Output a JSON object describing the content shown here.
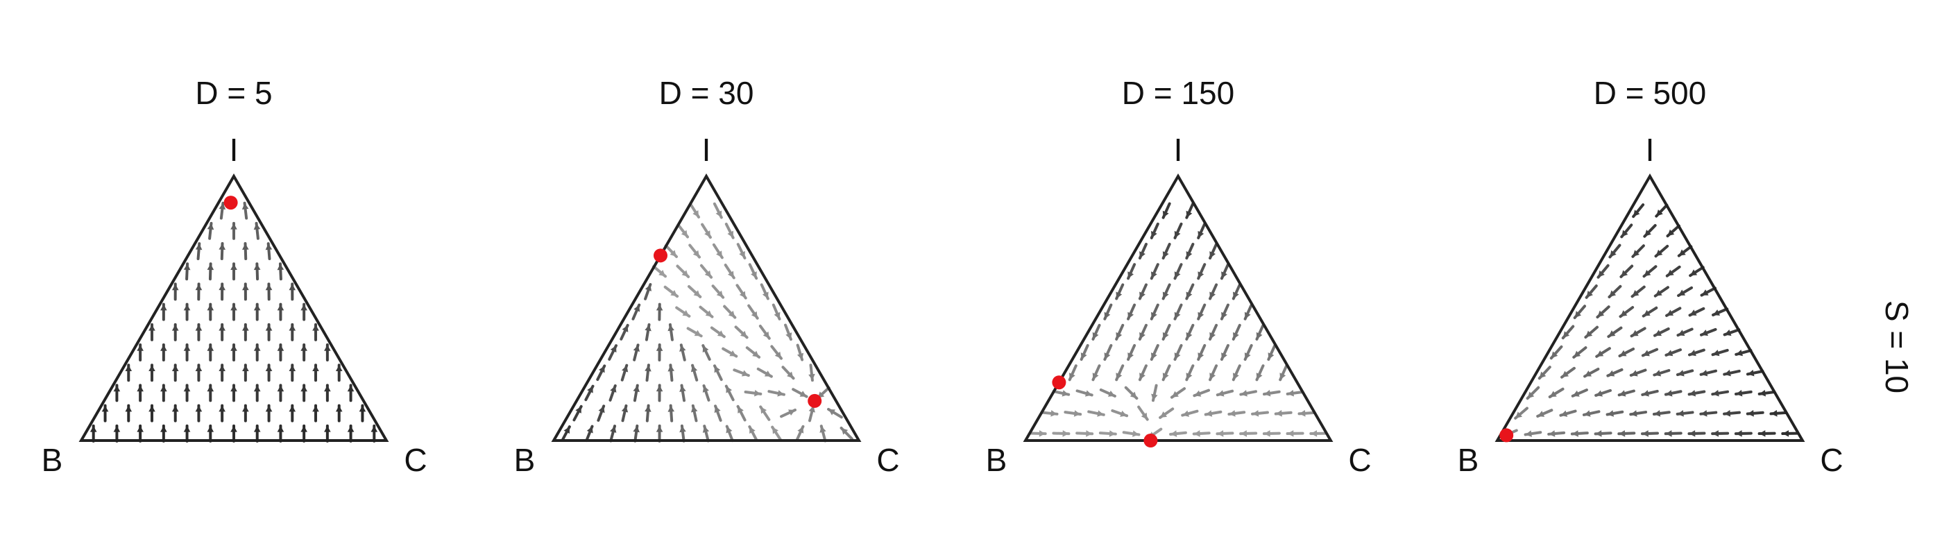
{
  "chart_data": [
    {
      "type": "ternary-vector-field",
      "title": "D = 5",
      "vertices": {
        "top": "I",
        "left": "B",
        "right": "C"
      },
      "field": "up",
      "equilibria": [
        {
          "I": 0.9,
          "B": 0.06,
          "C": 0.04
        }
      ]
    },
    {
      "type": "ternary-vector-field",
      "title": "D = 30",
      "vertices": {
        "top": "I",
        "left": "B",
        "right": "C"
      },
      "field": "twoattractors",
      "equilibria": [
        {
          "I": 0.7,
          "B": 0.3,
          "C": 0.0
        },
        {
          "I": 0.15,
          "B": 0.07,
          "C": 0.78
        }
      ]
    },
    {
      "type": "ternary-vector-field",
      "title": "D = 150",
      "vertices": {
        "top": "I",
        "left": "B",
        "right": "C"
      },
      "field": "toward-bottom-left",
      "equilibria": [
        {
          "I": 0.22,
          "B": 0.78,
          "C": 0.0
        },
        {
          "I": 0.0,
          "B": 0.59,
          "C": 0.41
        }
      ]
    },
    {
      "type": "ternary-vector-field",
      "title": "D = 500",
      "vertices": {
        "top": "I",
        "left": "B",
        "right": "C"
      },
      "field": "toward-B",
      "equilibria": [
        {
          "I": 0.02,
          "B": 0.96,
          "C": 0.02
        }
      ]
    }
  ],
  "strip_label": "S = 10",
  "colors": {
    "arrow_dark": "#2b2b2b",
    "arrow_light": "#c4c4c4",
    "equilibrium": "#e8141b",
    "edge": "#222222"
  }
}
